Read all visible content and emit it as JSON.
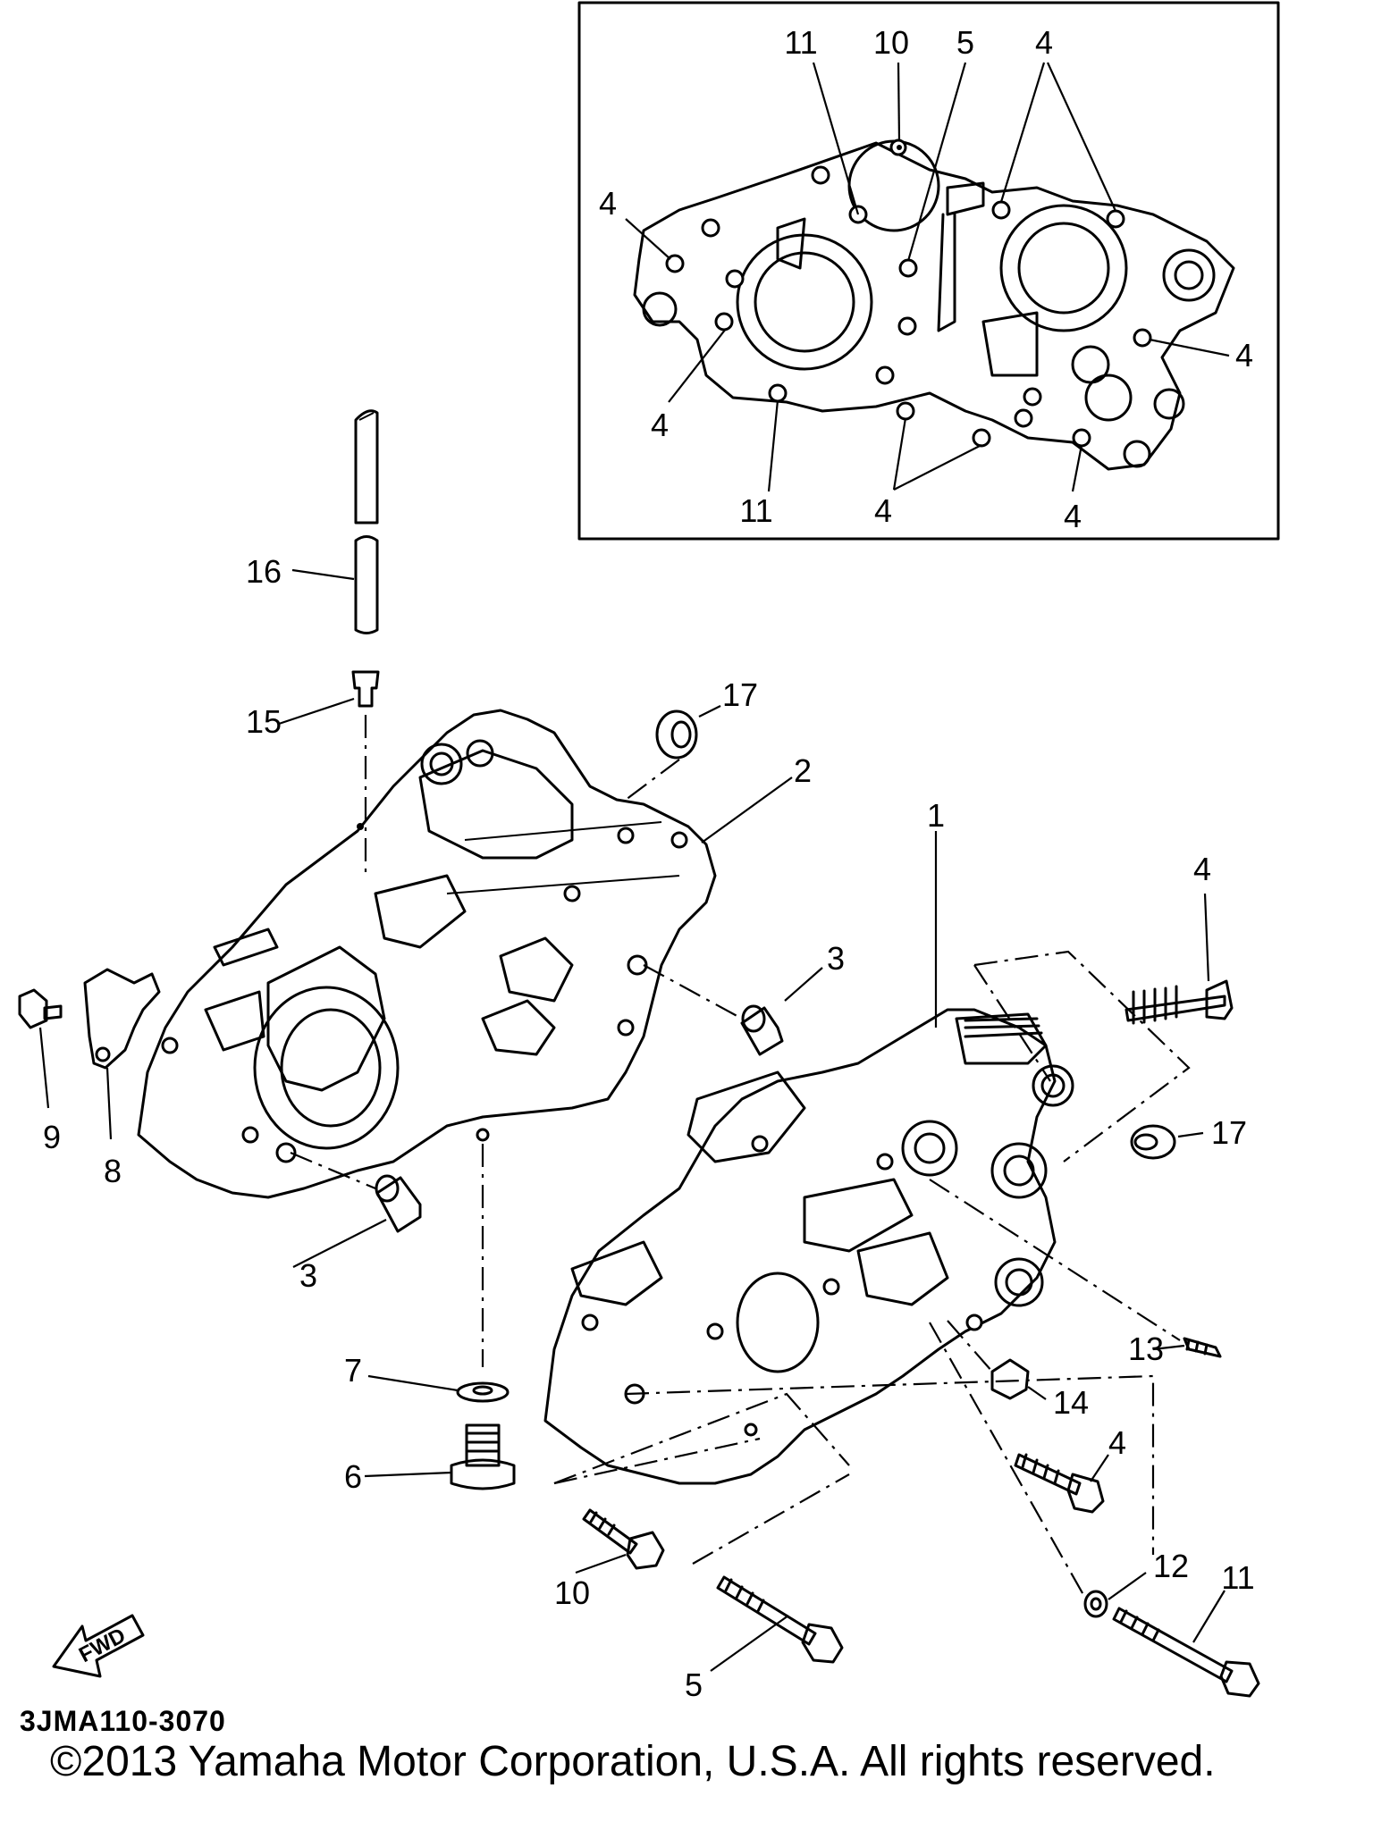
{
  "diagram": {
    "inset_labels": [
      "11",
      "10",
      "5",
      "4",
      "4",
      "4",
      "4",
      "11",
      "4",
      "4"
    ],
    "callouts": [
      "16",
      "15",
      "17",
      "2",
      "1",
      "4",
      "3",
      "9",
      "8",
      "3",
      "17",
      "13",
      "7",
      "14",
      "4",
      "6",
      "10",
      "12",
      "11",
      "5"
    ],
    "fwd_arrow_text": "FWD",
    "drawing_code": "3JMA110-3070",
    "copyright": "©2013 Yamaha Motor Corporation, U.S.A. All rights reserved."
  }
}
